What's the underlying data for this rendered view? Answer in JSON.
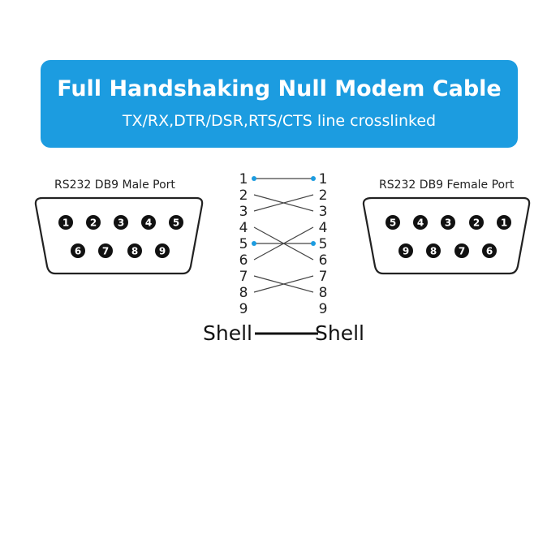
{
  "banner": {
    "title": "Full Handshaking Null Modem Cable",
    "subtitle": "TX/RX,DTR/DSR,RTS/CTS line crosslinked"
  },
  "male_port": {
    "label": "RS232 DB9 Male Port",
    "top_row": [
      "1",
      "2",
      "3",
      "4",
      "5"
    ],
    "bottom_row": [
      "6",
      "7",
      "8",
      "9"
    ]
  },
  "female_port": {
    "label": "RS232 DB9 Female Port",
    "top_row": [
      "5",
      "4",
      "3",
      "2",
      "1"
    ],
    "bottom_row": [
      "9",
      "8",
      "7",
      "6"
    ]
  },
  "pinout": {
    "left_pins": [
      "1",
      "2",
      "3",
      "4",
      "5",
      "6",
      "7",
      "8",
      "9"
    ],
    "right_pins": [
      "1",
      "2",
      "3",
      "4",
      "5",
      "6",
      "7",
      "8",
      "9"
    ],
    "connections": [
      [
        1,
        1
      ],
      [
        2,
        3
      ],
      [
        3,
        2
      ],
      [
        4,
        6
      ],
      [
        5,
        5
      ],
      [
        6,
        4
      ],
      [
        7,
        8
      ],
      [
        8,
        7
      ]
    ],
    "dotted_pins": [
      1,
      5
    ],
    "dot_color": "#1c9ce0"
  },
  "shell": {
    "left": "Shell",
    "right": "Shell"
  },
  "colors": {
    "banner": "#1c9ce0"
  }
}
